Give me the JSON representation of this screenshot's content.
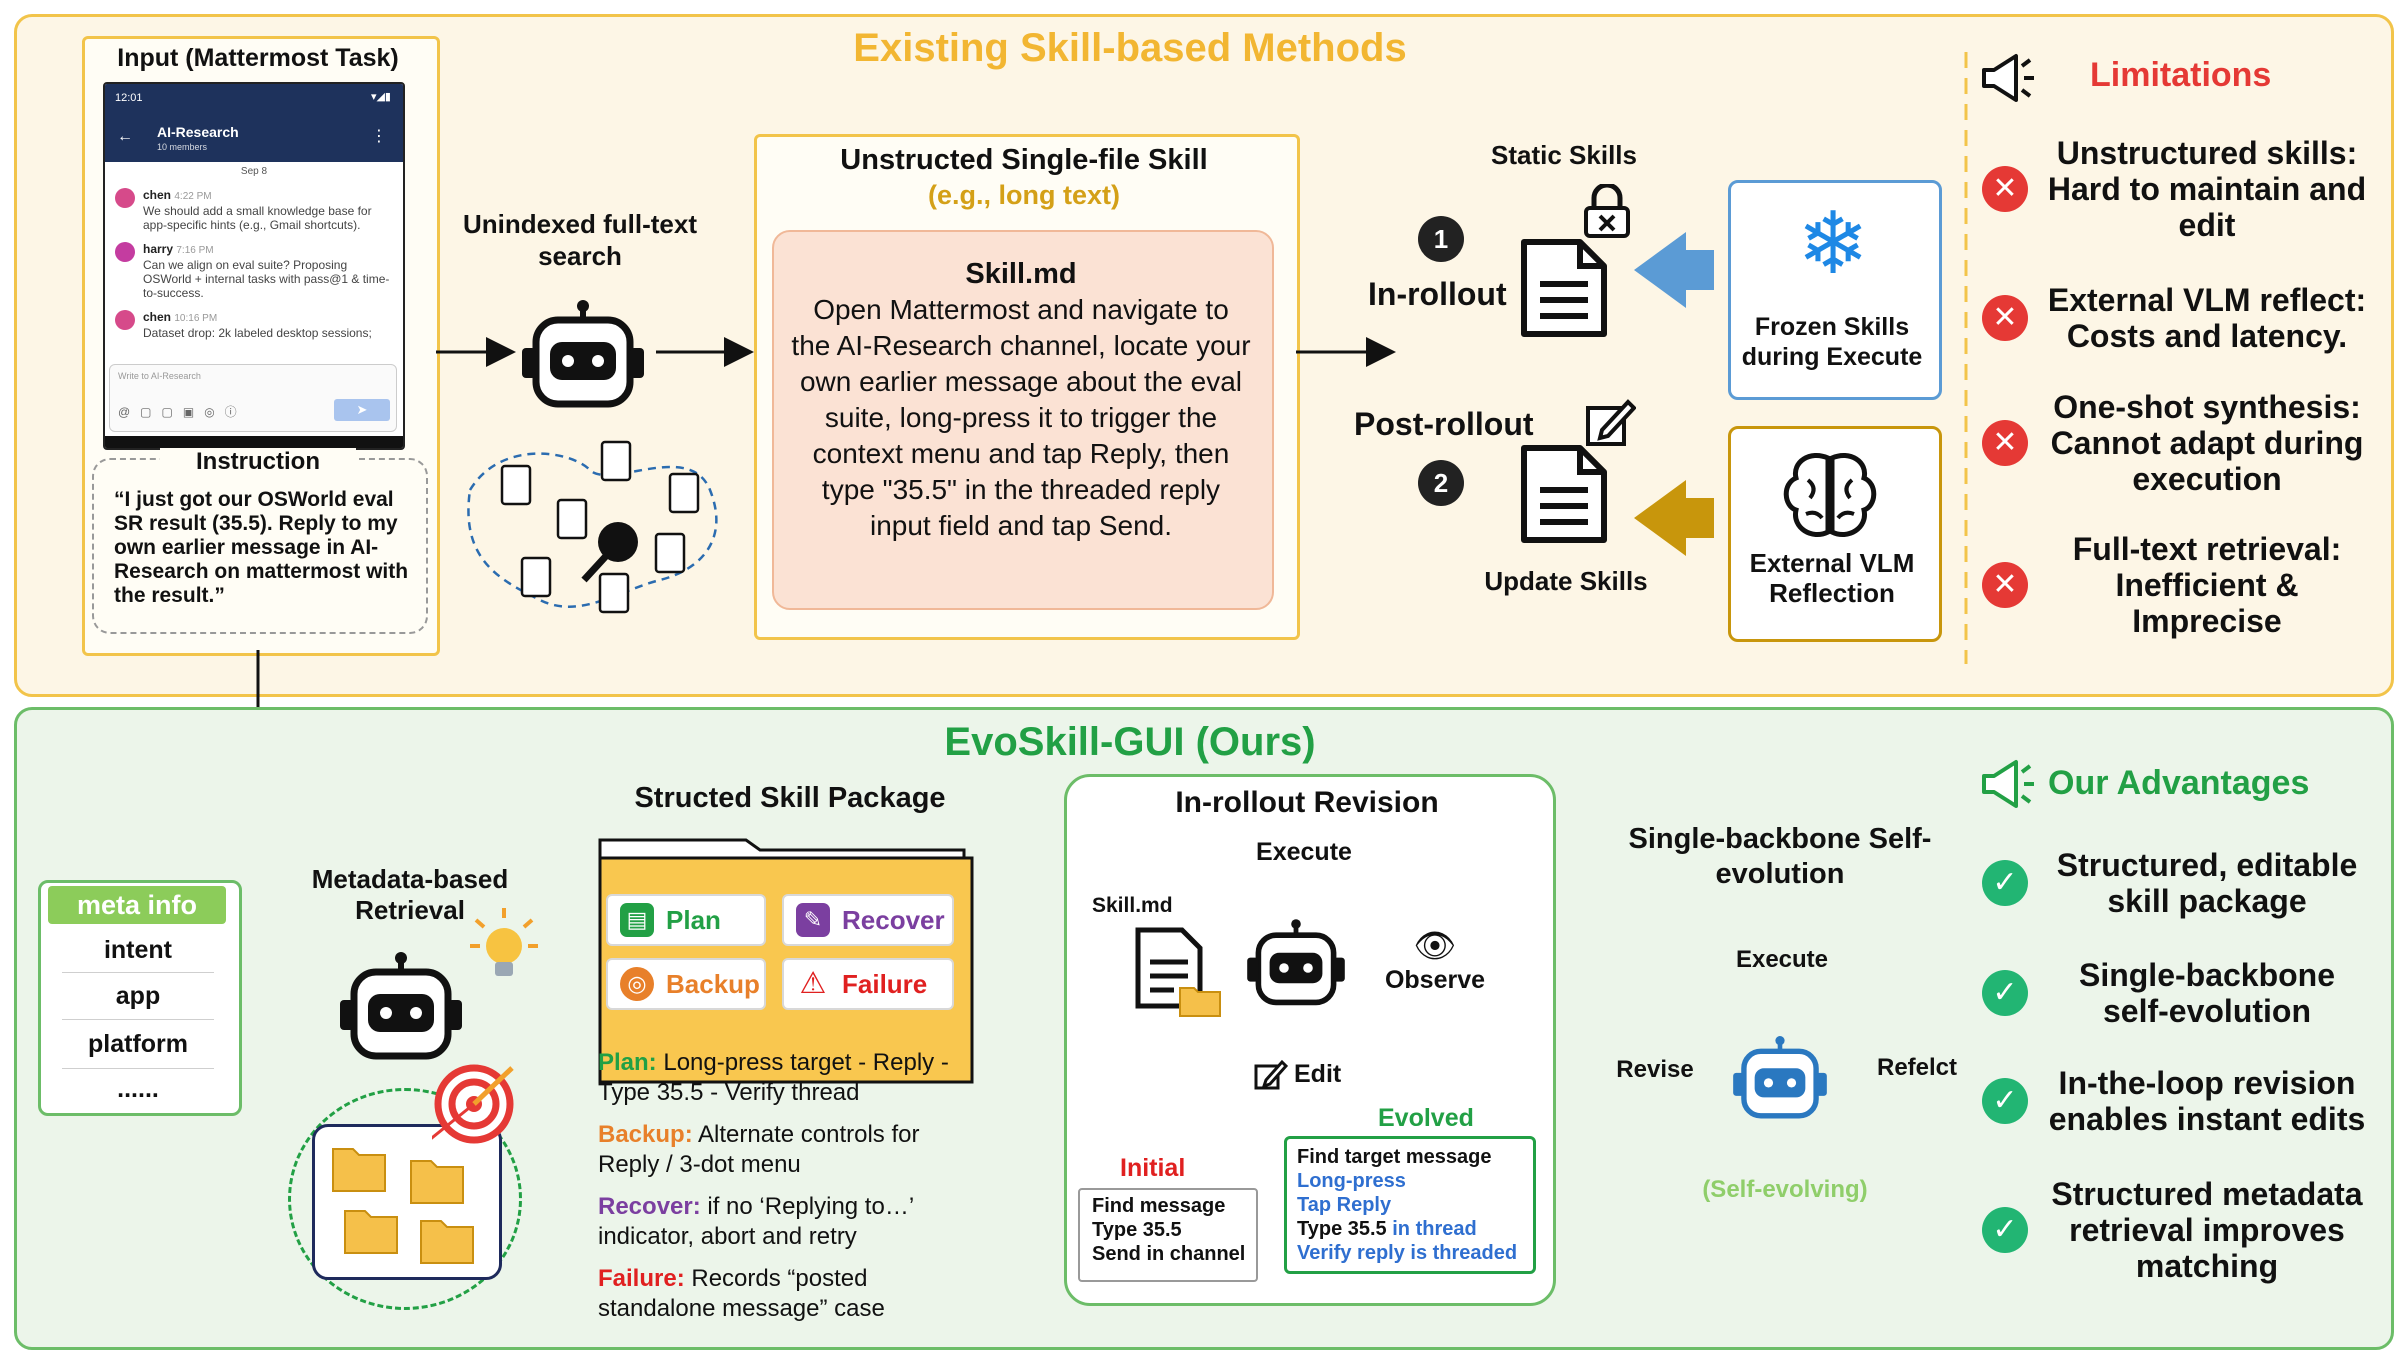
{
  "top": {
    "title": "Existing Skill-based Methods",
    "input_box_title": "Input (Mattermost Task)",
    "phone": {
      "time": "12:01",
      "channel": "AI-Research",
      "members": "10 members",
      "date": "Sep 8",
      "messages": [
        {
          "user": "chen",
          "time": "4:22 PM",
          "text": "We should add a small knowledge base for app-specific hints (e.g., Gmail shortcuts)."
        },
        {
          "user": "harry",
          "time": "7:16 PM",
          "text": "Can we align on eval suite? Proposing OSWorld + internal tasks with pass@1 & time-to-success."
        },
        {
          "user": "chen",
          "time": "10:16 PM",
          "text": "Dataset drop: 2k labeled desktop sessions;"
        }
      ],
      "composer_placeholder": "Write to AI-Research"
    },
    "instruction_title": "Instruction",
    "instruction_text": "“I just got our OSWorld eval SR result (35.5). Reply to my own earlier message in AI-Research on mattermost with the result.”",
    "search_label": "Unindexed full-text search",
    "single_skill_title": "Unstructed Single-file Skill",
    "single_skill_subtitle": "(e.g., long text)",
    "skill_md_title": "Skill.md",
    "skill_md_body": "Open Mattermost and navigate to the AI-Research channel, locate your own earlier message about the eval suite, long-press it to trigger the context menu and tap Reply, then type \"35.5\" in the threaded reply input field and tap Send.",
    "static_skills": "Static Skills",
    "step1_num": "1",
    "in_rollout": "In-rollout",
    "step2_num": "2",
    "post_rollout": "Post-rollout",
    "update_skills": "Update Skills",
    "frozen_label": "Frozen Skills during Execute",
    "vlm_label": "External VLM Reflection",
    "limitations_title": "Limitations",
    "limitations": [
      "Unstructured skills: Hard to maintain and edit",
      "External VLM reflect: Costs and latency.",
      "One-shot synthesis: Cannot adapt during execution",
      "Full-text retrieval: Inefficient & Imprecise"
    ]
  },
  "bottom": {
    "title": "EvoSkill-GUI (Ours)",
    "meta_title": "meta info",
    "meta_items": [
      "intent",
      "app",
      "platform",
      "......"
    ],
    "retrieval_label": "Metadata-based Retrieval",
    "package_title": "Structed Skill Package",
    "chips": {
      "plan": "Plan",
      "recover": "Recover",
      "backup": "Backup",
      "failure": "Failure"
    },
    "desc": [
      {
        "key": "Plan:",
        "text": " Long-press target - Reply - Type 35.5 - Verify thread",
        "color": "#22a045"
      },
      {
        "key": "Backup:",
        "text": " Alternate controls for Reply / 3-dot menu",
        "color": "#e8802a"
      },
      {
        "key": "Recover:",
        "text": " if no ‘Replying to…’ indicator, abort and retry",
        "color": "#7b3fa0"
      },
      {
        "key": "Failure:",
        "text": " Records “posted standalone message” case",
        "color": "#e02020"
      }
    ],
    "revision_title": "In-rollout Revision",
    "rev_execute": "Execute",
    "rev_skillmd": "Skill.md",
    "rev_observe": "Observe",
    "rev_edit": "Edit",
    "rev_initial": "Initial",
    "rev_evolved": "Evolved",
    "initial_lines": [
      "Find message",
      "Type 35.5",
      "Send in channel"
    ],
    "evolved_lines": [
      [
        {
          "t": "Find target message",
          "c": "#111"
        }
      ],
      [
        {
          "t": "Long-press",
          "c": "#2f6fd0"
        }
      ],
      [
        {
          "t": "Tap Reply",
          "c": "#2f6fd0"
        }
      ],
      [
        {
          "t": "Type 35.5 ",
          "c": "#111"
        },
        {
          "t": "in thread",
          "c": "#2f6fd0"
        }
      ],
      [
        {
          "t": "Verify reply is threaded",
          "c": "#2f6fd0"
        }
      ]
    ],
    "backbone_title": "Single-backbone Self-evolution",
    "cyc_execute": "Execute",
    "cyc_revise": "Revise",
    "cyc_reflect": "Refelct",
    "cyc_self": "(Self-evolving)",
    "advantages_title": "Our Advantages",
    "advantages": [
      "Structured, editable skill package",
      "Single-backbone self-evolution",
      "In-the-loop revision enables instant edits",
      "Structured metadata retrieval improves matching"
    ]
  },
  "colors": {
    "top_accent": "#f2c44a",
    "bottom_accent": "#6cbd68",
    "red": "#e53935",
    "green": "#22b573",
    "blue": "#2f6fd0"
  }
}
